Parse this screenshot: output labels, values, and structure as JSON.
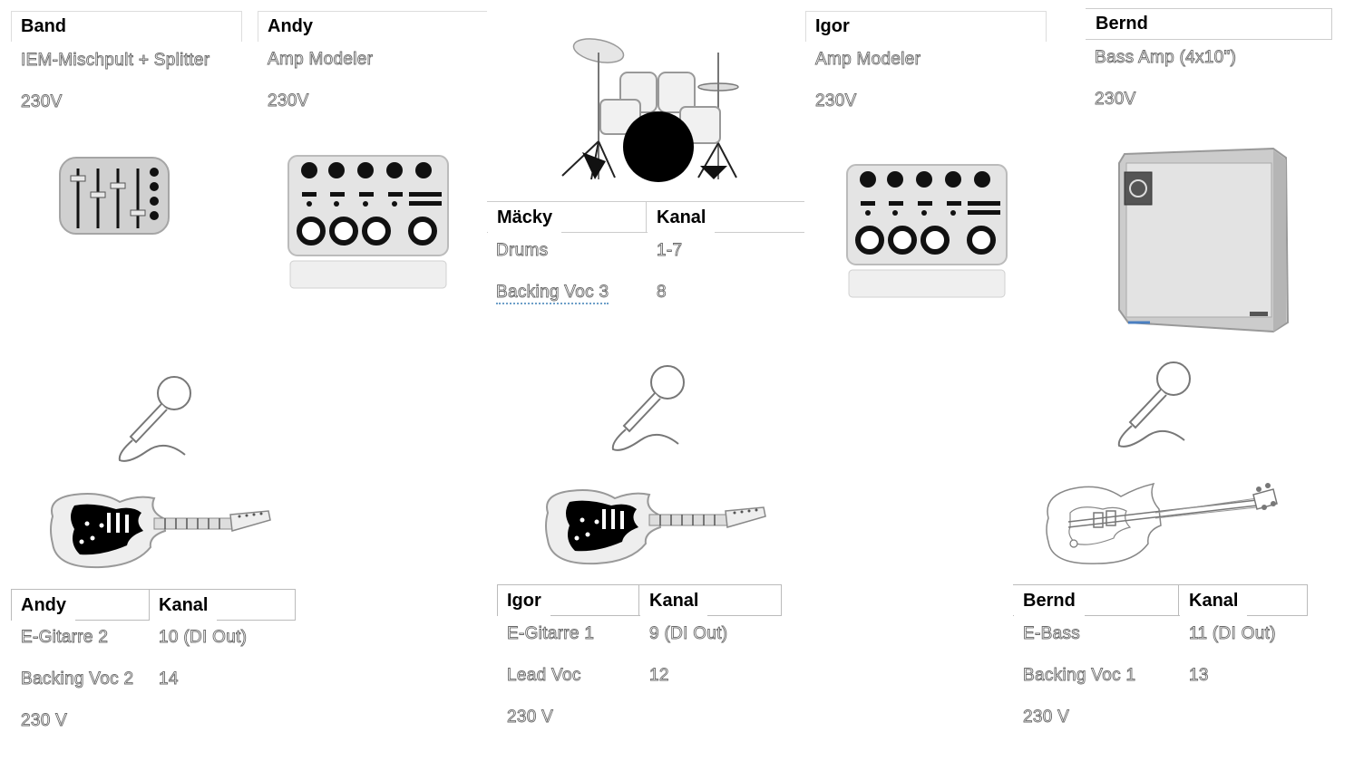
{
  "band_box": {
    "header": "Band",
    "item": "IEM-Mischpult + Splitter",
    "power": "230V"
  },
  "andy_top": {
    "header": "Andy",
    "item": "Amp Modeler",
    "power": "230V"
  },
  "igor_top": {
    "header": "Igor",
    "item": "Amp Modeler",
    "power": "230V"
  },
  "bernd_top": {
    "header": "Bernd",
    "item": "Bass Amp (4x10\")",
    "power": "230V"
  },
  "drums_table": {
    "header_name": "Mäcky",
    "header_channel": "Kanal",
    "rows": [
      {
        "name": "Drums",
        "channel": "1-7"
      },
      {
        "name": "Backing Voc 3",
        "channel": "8"
      }
    ]
  },
  "andy_table": {
    "header_name": "Andy",
    "header_channel": "Kanal",
    "rows": [
      {
        "name": "E-Gitarre 2",
        "channel": "10 (DI Out)"
      },
      {
        "name": "Backing Voc 2",
        "channel": "14"
      }
    ],
    "power": "230 V"
  },
  "igor_table": {
    "header_name": "Igor",
    "header_channel": "Kanal",
    "rows": [
      {
        "name": "E-Gitarre 1",
        "channel": "9 (DI Out)"
      },
      {
        "name": "Lead Voc",
        "channel": "12"
      }
    ],
    "power": "230 V"
  },
  "bernd_table": {
    "header_name": "Bernd",
    "header_channel": "Kanal",
    "rows": [
      {
        "name": "E-Bass",
        "channel": "11 (DI Out)"
      },
      {
        "name": "Backing Voc 1",
        "channel": "13"
      }
    ],
    "power": "230 V"
  },
  "icons": {
    "mixer": "mixer-icon",
    "amp_modeler": "amp-modeler-icon",
    "drums": "drum-kit-icon",
    "bass_cabinet": "bass-cabinet-icon",
    "microphone": "microphone-icon",
    "guitar": "electric-guitar-icon",
    "bass_guitar": "bass-guitar-icon"
  }
}
